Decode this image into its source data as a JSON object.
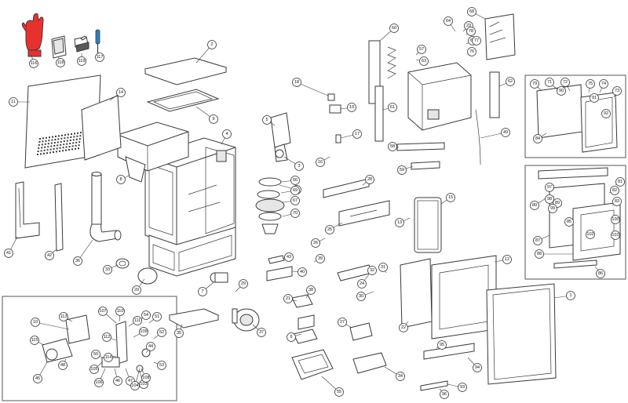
{
  "diagram": {
    "callouts": [
      "1",
      "2",
      "3",
      "4",
      "5",
      "6",
      "7",
      "8",
      "9",
      "10",
      "11",
      "12",
      "13",
      "14",
      "15",
      "16",
      "17",
      "18",
      "19",
      "20",
      "21",
      "22",
      "23",
      "24",
      "25",
      "26",
      "27",
      "28",
      "29",
      "30",
      "31",
      "32",
      "33",
      "34",
      "35",
      "36",
      "37",
      "38",
      "39",
      "40",
      "41",
      "42",
      "43",
      "44",
      "45",
      "46",
      "47",
      "48",
      "49",
      "50",
      "51",
      "52",
      "53",
      "54",
      "55",
      "56",
      "57",
      "58",
      "59",
      "60",
      "61",
      "62",
      "63",
      "64",
      "65",
      "66",
      "67",
      "68",
      "69",
      "70",
      "71",
      "72",
      "73",
      "74",
      "75",
      "76",
      "77",
      "78",
      "79",
      "80",
      "81",
      "82",
      "83",
      "84",
      "85",
      "86",
      "87",
      "88",
      "89",
      "90",
      "91",
      "92",
      "93",
      "94",
      "95",
      "96",
      "97",
      "98",
      "99",
      "100",
      "101",
      "102",
      "103",
      "104",
      "105",
      "106",
      "107",
      "108",
      "109",
      "110",
      "111",
      "112",
      "113",
      "114",
      "115",
      "116",
      "117",
      "118",
      "119"
    ]
  },
  "colors": {
    "line": "#3a3a3a",
    "glove": "#e8312f",
    "screwdriver_handle": "#2e7ec6",
    "panel_fill": "#e6e6e6"
  },
  "icons": [
    "glove-icon",
    "book-icon",
    "stapler-icon",
    "screwdriver-icon"
  ]
}
